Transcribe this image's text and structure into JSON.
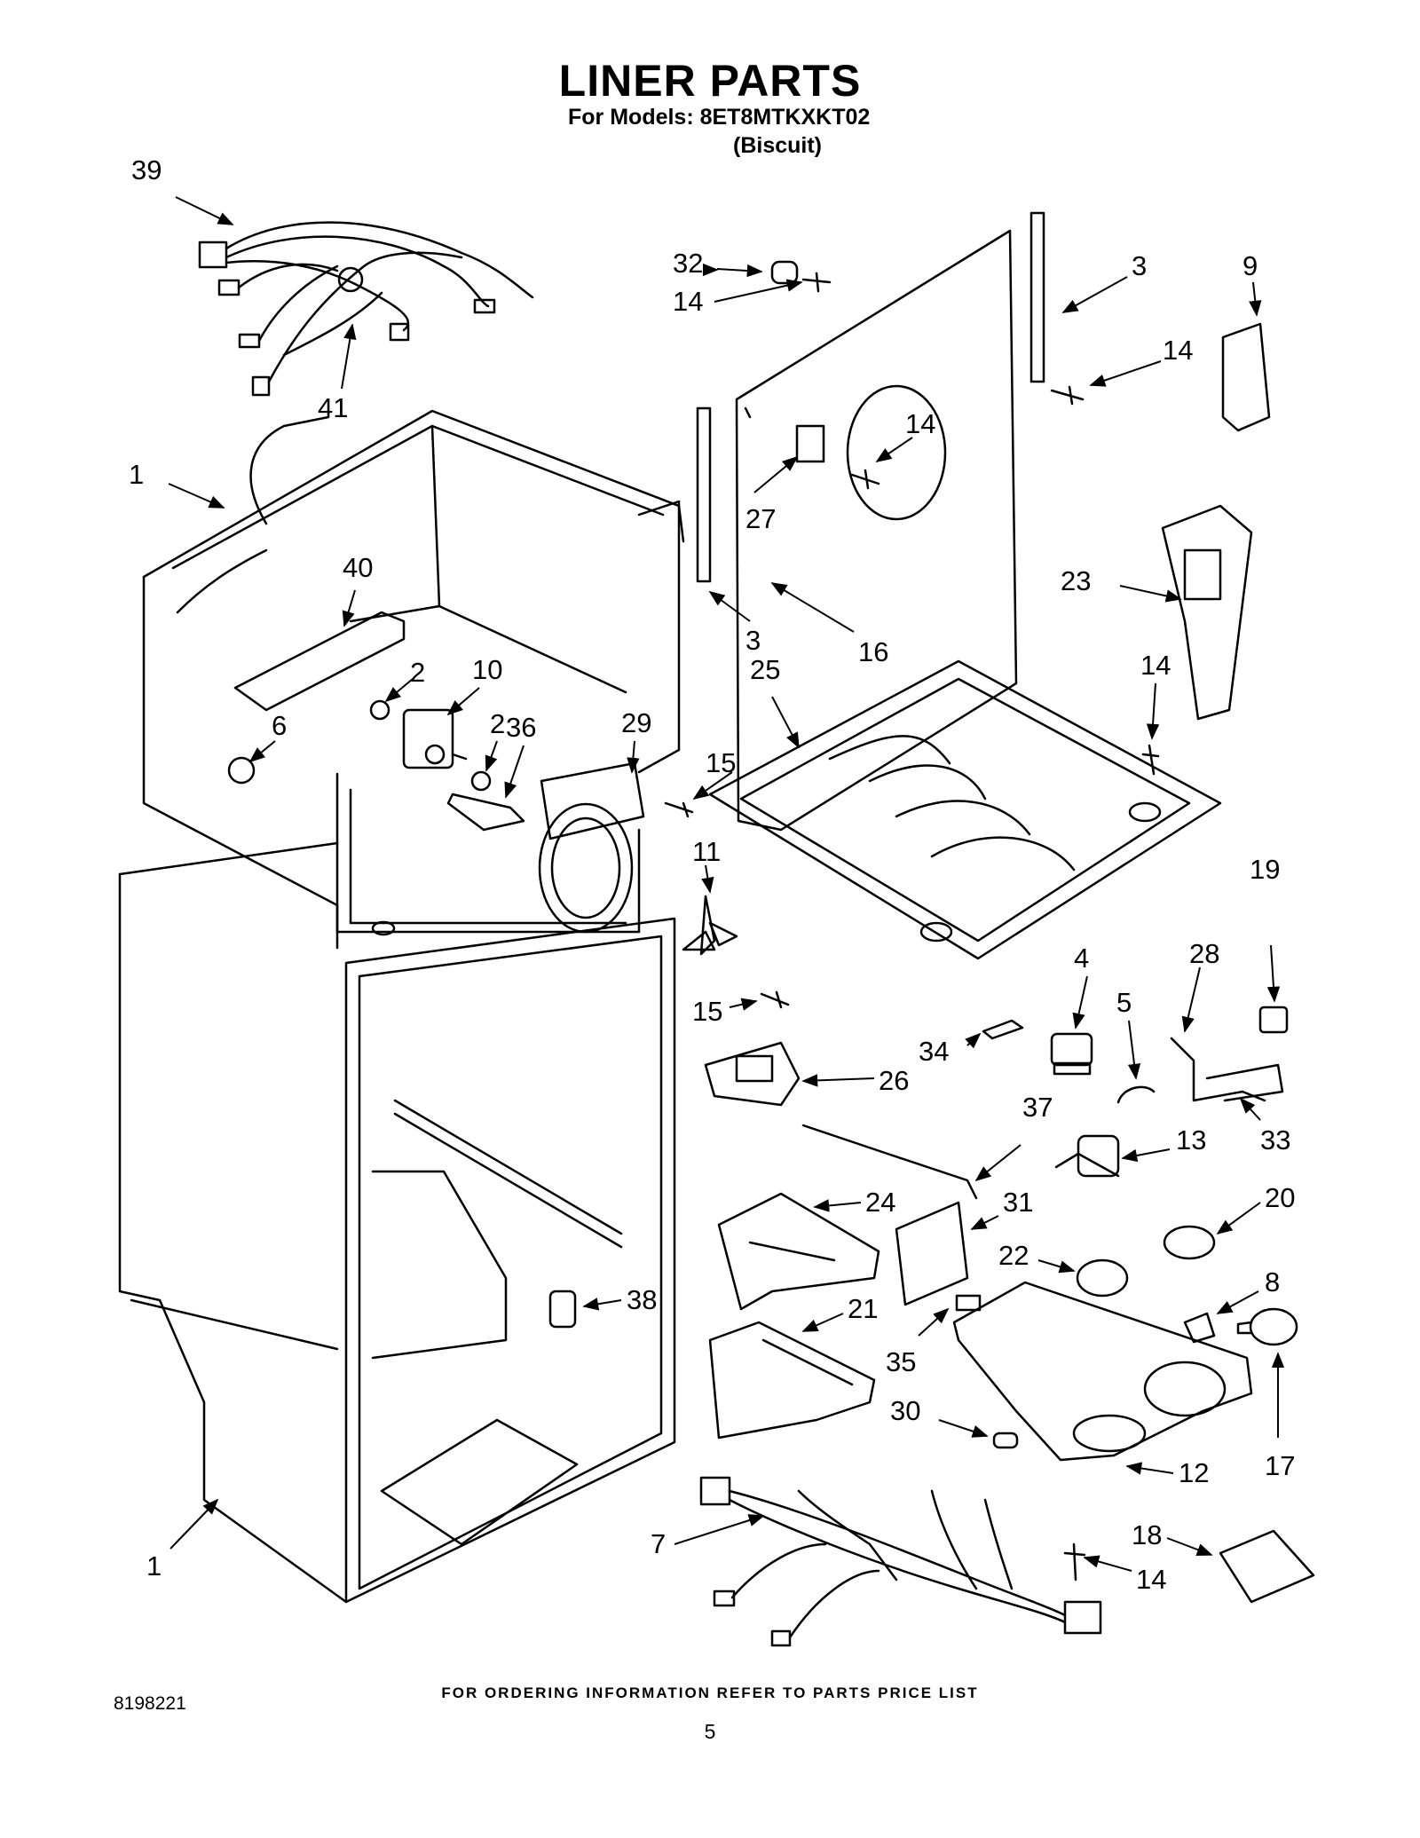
{
  "header": {
    "title": "LINER PARTS",
    "subtitle": "For Models: 8ET8MTKXKT02",
    "variant": "(Biscuit)"
  },
  "footer": {
    "note": "FOR ORDERING INFORMATION REFER TO PARTS PRICE LIST",
    "doc_number": "8198221",
    "page_number": "5"
  },
  "callouts": {
    "n39": "39",
    "n41": "41",
    "n32": "32",
    "n14a": "14",
    "n3a": "3",
    "n9": "9",
    "n14b": "14",
    "n14c": "14",
    "n27": "27",
    "n1a": "1",
    "n40": "40",
    "n3b": "3",
    "n16": "16",
    "n23": "23",
    "n2a": "2",
    "n10": "10",
    "n6": "6",
    "n2b": "2",
    "n36": "36",
    "n29": "29",
    "n25": "25",
    "n14d": "14",
    "n15a": "15",
    "n11": "11",
    "n19": "19",
    "n4": "4",
    "n28": "28",
    "n5": "5",
    "n15b": "15",
    "n34": "34",
    "n26": "26",
    "n37": "37",
    "n13": "13",
    "n33": "33",
    "n24": "24",
    "n31": "31",
    "n20": "20",
    "n22": "22",
    "n8": "8",
    "n38": "38",
    "n21": "21",
    "n35": "35",
    "n30": "30",
    "n12": "12",
    "n17": "17",
    "n18": "18",
    "n7": "7",
    "n14e": "14",
    "n1b": "1"
  }
}
